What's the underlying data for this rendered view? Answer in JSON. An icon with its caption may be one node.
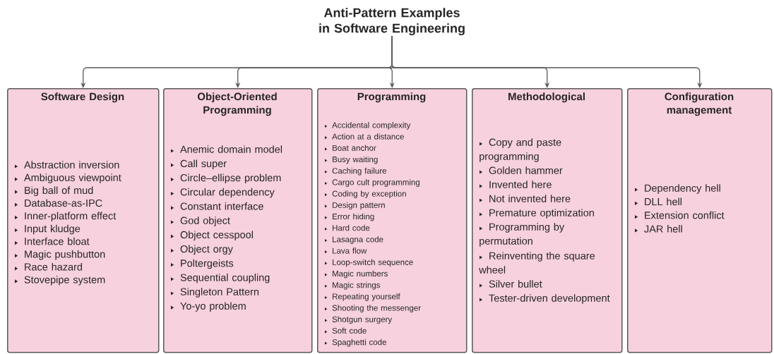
{
  "diagram": {
    "nodes": [
      {
        "text": [
          "Anti-Pattern Examples in Software Engineering"
        ]
      },
      {
        "text": [
          "Software Design",
          "Abstraction inversion",
          "Ambiguous viewpoint",
          "Big ball of mud",
          "Database-as-IPC",
          "Inner-platform effect",
          "Input kludge",
          "Interface bloat",
          "Magic pushbutton",
          "Race hazard",
          "Stovepipe system"
        ]
      },
      {
        "text": [
          "Object-Oriented Programming",
          "Anemic domain model",
          "Call super",
          "Circle–ellipse problem",
          "Circular dependency",
          "Constant interface",
          "God object",
          "Object cesspool",
          "Object orgy",
          "Poltergeists",
          "Sequential coupling",
          "Singleton Pattern",
          "Yo-yo problem"
        ]
      },
      {
        "text": [
          "Programming",
          "Accidental complexity",
          "Action at a distance",
          "Boat anchor",
          "Busy waiting",
          "Caching failure",
          "Cargo cult programming",
          "Coding by exception",
          "Design pattern",
          "Error hiding",
          "Hard code",
          "Lasagna code",
          "Lava flow",
          "Loop-switch sequence",
          "Magic numbers",
          "Magic strings",
          "Repeating yourself",
          "Shooting the messenger",
          "Shotgun surgery",
          "Soft code",
          "Spaghetti code"
        ]
      },
      {
        "text": [
          "Methodological",
          "Copy and paste programming",
          "Golden hammer",
          "Invented here",
          "Not invented here",
          "Premature optimization",
          "Programming by permutation",
          "Reinventing the square wheel",
          "Silver bullet",
          "Tester-driven development"
        ]
      },
      {
        "text": [
          "Configuration management",
          "Dependency hell",
          "DLL hell",
          "Extension conflict",
          "JAR hell"
        ]
      }
    ],
    "edges": [
      {
        "from": 0,
        "to": 1,
        "arrow": "to"
      },
      {
        "from": 0,
        "to": 2,
        "arrow": "to"
      },
      {
        "from": 0,
        "to": 3,
        "arrow": "to"
      },
      {
        "from": 0,
        "to": 4,
        "arrow": "to"
      },
      {
        "from": 0,
        "to": 5,
        "arrow": "to"
      }
    ]
  }
}
